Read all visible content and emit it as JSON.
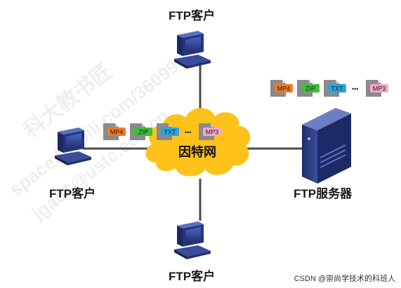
{
  "watermark": {
    "line1": "科大教书匠",
    "line2": "space.bilibili.com/360996",
    "line3": "jgao1@ustc.edu.cn"
  },
  "nodes": {
    "client_top": "FTP客户",
    "client_left": "FTP客户",
    "client_bottom": "FTP客户",
    "server": "FTP服务器",
    "internet": "因特网"
  },
  "file_tags": [
    {
      "label": "MP4",
      "color": "#f07a24",
      "text_color": "#222222"
    },
    {
      "label": "ZIP",
      "color": "#3cbf3c",
      "text_color": "#222222"
    },
    {
      "label": "TXT",
      "color": "#2aa3e0",
      "text_color": "#222222"
    },
    {
      "label": "MP3",
      "color": "#f4a7c8",
      "text_color": "#222222"
    }
  ],
  "ellipsis": "•••",
  "credit": "CSDN @崇尚学技术的科班人",
  "colors": {
    "cloud": "#ffc21a",
    "link": "#4a4a4a",
    "computer": "#2b3f8c"
  }
}
